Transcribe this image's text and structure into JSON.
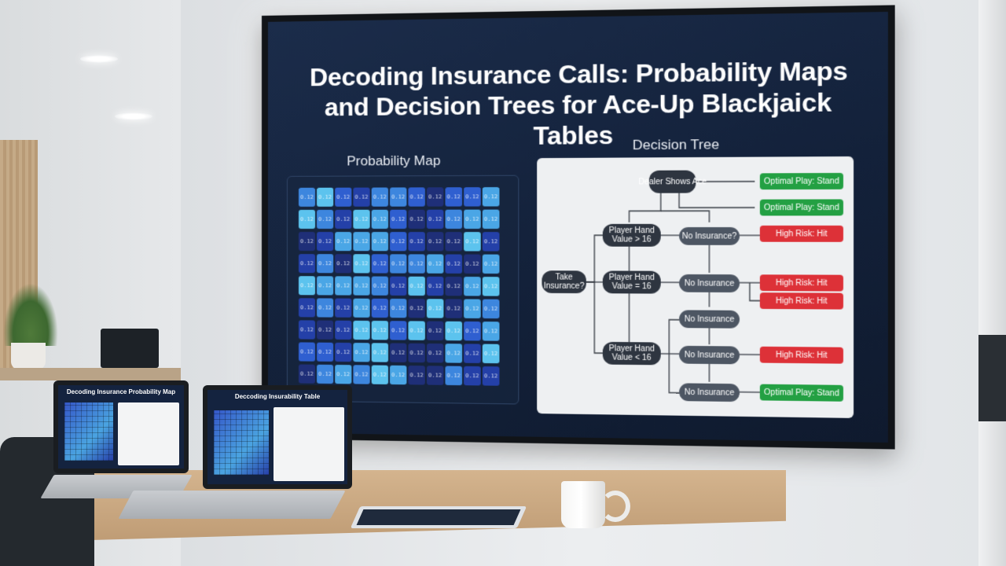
{
  "tv": {
    "title": "Decoding Insurance Calls: Probability Maps and Decision Trees for Ace-Up Blackjaick Tables",
    "probability_map_label": "Probability Map",
    "decision_tree_label": "Decision Tree"
  },
  "probability_map": {
    "rows": 9,
    "cols": 11,
    "palette": [
      "#1f2f78",
      "#2440a8",
      "#2f5fd0",
      "#3d86de",
      "#4aa6e6",
      "#5cc3ee"
    ],
    "cell_label": "0.12"
  },
  "decision_tree": {
    "root": "Dealer Shows Ace",
    "take_insurance": "Take Insurance?",
    "player_gt": "Player Hand Value > 16",
    "player_eq": "Player Hand Value = 16",
    "player_lt": "Player Hand Value < 16",
    "no_insurance_q": "No Insurance?",
    "no_insurance": "No Insurance",
    "stand": "Optimal Play: Stand",
    "hit": "High Risk: Hit"
  },
  "laptops": {
    "left_title": "Decoding Insurance Probability Map",
    "right_title": "Deccoding Insurability Table"
  },
  "colors": {
    "screen_bg": "#13213a",
    "stand_green": "#23a043",
    "hit_red": "#dd3138",
    "node_gray": "#4d5663"
  },
  "icons": [
    "ceiling-light-icon",
    "plant-icon",
    "coffee-mug-icon"
  ]
}
